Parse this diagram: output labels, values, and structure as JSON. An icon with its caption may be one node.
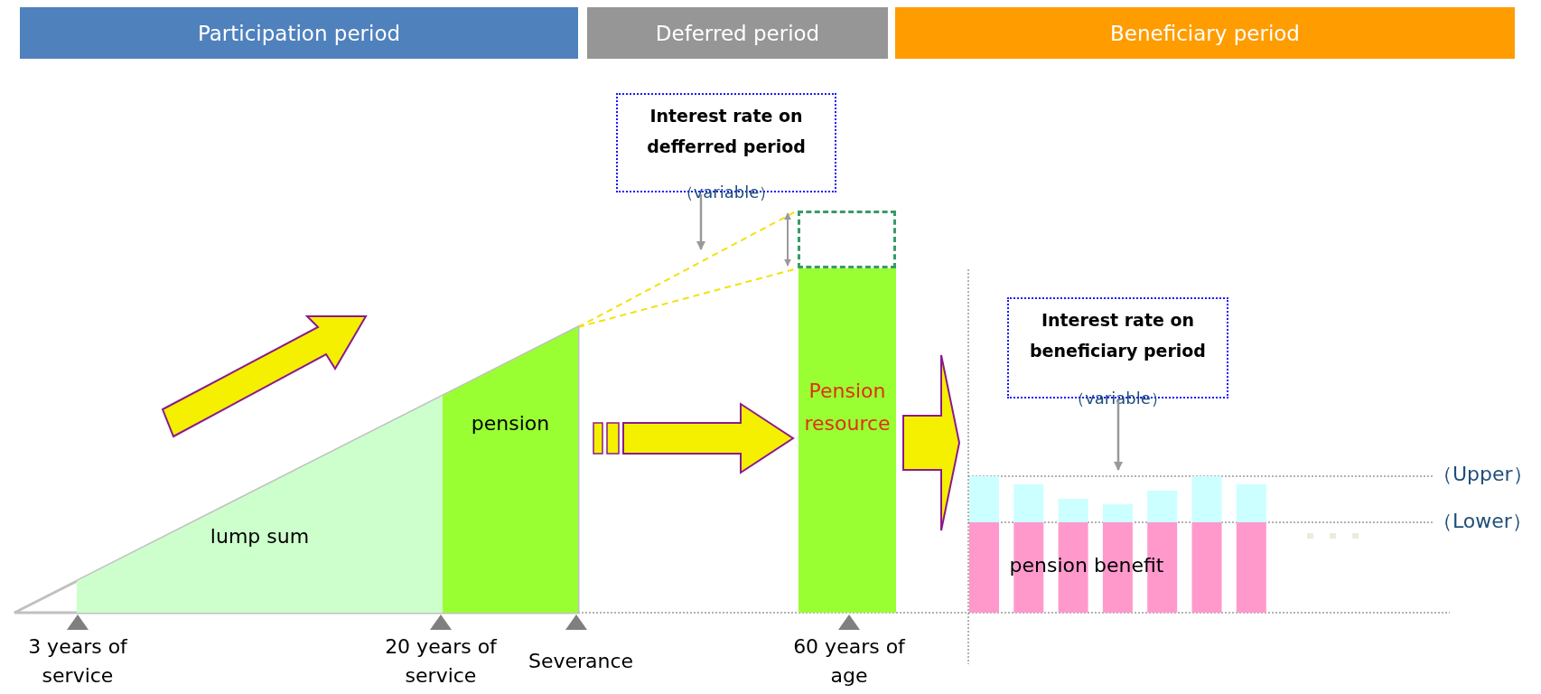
{
  "diagram": {
    "nodes": [
      {
        "text": [
          "Participation period"
        ]
      },
      {
        "text": [
          "Deferred period"
        ]
      },
      {
        "text": [
          "Beneficiary period"
        ]
      },
      {
        "text": [
          "Interest rate on defferred period",
          "（variable）"
        ]
      },
      {
        "text": [
          "Interest rate on beneficiary period",
          "（variable）"
        ]
      },
      {
        "text": [
          "lump sum"
        ]
      },
      {
        "text": [
          "pension"
        ]
      },
      {
        "text": [
          "Pension resource"
        ]
      },
      {
        "text": [
          "pension benefit"
        ]
      },
      {
        "text": [],
        "shape": "box"
      }
    ],
    "edges": [
      {
        "from": 3,
        "to": null,
        "arrow": "to"
      },
      {
        "from": 6,
        "to": 7,
        "arrow": "to",
        "style": "thick",
        "color": "#f5f000"
      },
      {
        "from": 7,
        "to": 8,
        "arrow": "to",
        "style": "thick",
        "color": "#f5f000"
      },
      {
        "from": 4,
        "to": 8,
        "arrow": "to"
      }
    ],
    "labels": [
      "3 years of service",
      "20 years of service",
      "Severance",
      "60 years of age",
      "（Upper）",
      "（Lower）"
    ]
  }
}
